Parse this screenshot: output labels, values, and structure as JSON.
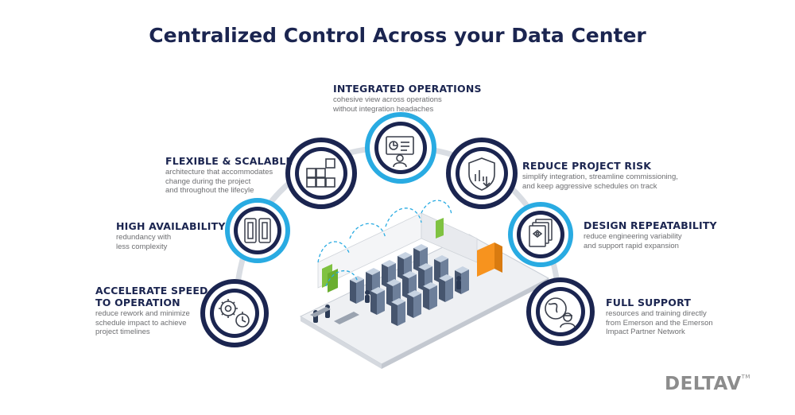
{
  "title": "Centralized Control Across your Data Center",
  "features": {
    "integrated": {
      "heading": "INTEGRATED OPERATIONS",
      "desc": "cohesive view across operations\nwithout integration headaches"
    },
    "flexible": {
      "heading": "FLEXIBLE & SCALABLE",
      "desc": "architecture that accommodates\nchange during the project\nand throughout the lifecyle"
    },
    "availability": {
      "heading": "HIGH AVAILABILITY",
      "desc": "redundancy with\nless complexity"
    },
    "accelerate": {
      "heading": "ACCELERATE SPEED\nTO OPERATION",
      "desc": "reduce rework and minimize\nschedule impact to achieve\nproject timelines"
    },
    "risk": {
      "heading": "REDUCE PROJECT RISK",
      "desc": "simplify integration, streamline commissioning,\nand keep aggressive schedules on track"
    },
    "repeatability": {
      "heading": "DESIGN REPEATABILITY",
      "desc": "reduce engineering variability\nand support rapid expansion"
    },
    "support": {
      "heading": "FULL SUPPORT",
      "desc": "resources and training directly\nfrom Emerson and the Emerson\nImpact Partner Network"
    }
  },
  "logo": {
    "text": "DELTAV",
    "tm": "TM"
  },
  "colors": {
    "navy": "#1b2550",
    "cyan": "#29abe2",
    "gray_text": "#6d6e71",
    "arc": "#d9dde3"
  },
  "icons": [
    "dashboard-person-icon",
    "blocks-grid-icon",
    "redundant-controllers-icon",
    "gear-stopwatch-icon",
    "shield-chart-icon",
    "stacked-documents-icon",
    "globe-worker-icon"
  ]
}
